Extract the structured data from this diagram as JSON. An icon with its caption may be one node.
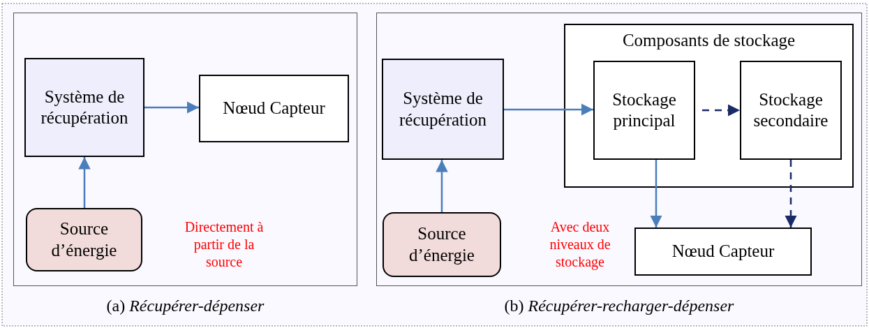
{
  "diagram": {
    "nodes": [
      {
        "text": [
          "(a) *Récupérer-dépenser*"
        ]
      },
      {
        "text": [
          "Système de récupération"
        ],
        "in": 0
      },
      {
        "text": [
          "Nœud Capteur"
        ],
        "in": 0
      },
      {
        "text": [
          "Source d’énergie"
        ],
        "in": 0
      },
      {
        "text": [
          "(b) *Récupérer-recharger-dépenser*"
        ]
      },
      {
        "text": [
          "Système de récupération"
        ],
        "in": 4
      },
      {
        "text": [
          "Composants de stockage"
        ],
        "in": 4
      },
      {
        "text": [
          "Stockage principal"
        ],
        "in": 6
      },
      {
        "text": [
          "Stockage secondaire"
        ],
        "in": 6
      },
      {
        "text": [
          "Source d’énergie"
        ],
        "in": 4
      },
      {
        "text": [
          "Nœud Capteur"
        ],
        "in": 4
      }
    ],
    "edges": [
      {
        "from": 1,
        "to": 2,
        "arrow": "to"
      },
      {
        "from": 3,
        "to": 1,
        "arrow": "to"
      },
      {
        "from": 5,
        "to": 7,
        "arrow": "to"
      },
      {
        "from": 9,
        "to": 5,
        "arrow": "to"
      },
      {
        "from": 7,
        "to": 8,
        "arrow": "to",
        "style": "dashed",
        "color": "#1a2a66"
      },
      {
        "from": 7,
        "to": 10,
        "arrow": "to"
      },
      {
        "from": 8,
        "to": 10,
        "arrow": "to",
        "style": "dashed",
        "color": "#1a2a66"
      }
    ],
    "labels": [
      "Directement à partir de la source",
      "Avec deux niveaux de stockage"
    ]
  }
}
